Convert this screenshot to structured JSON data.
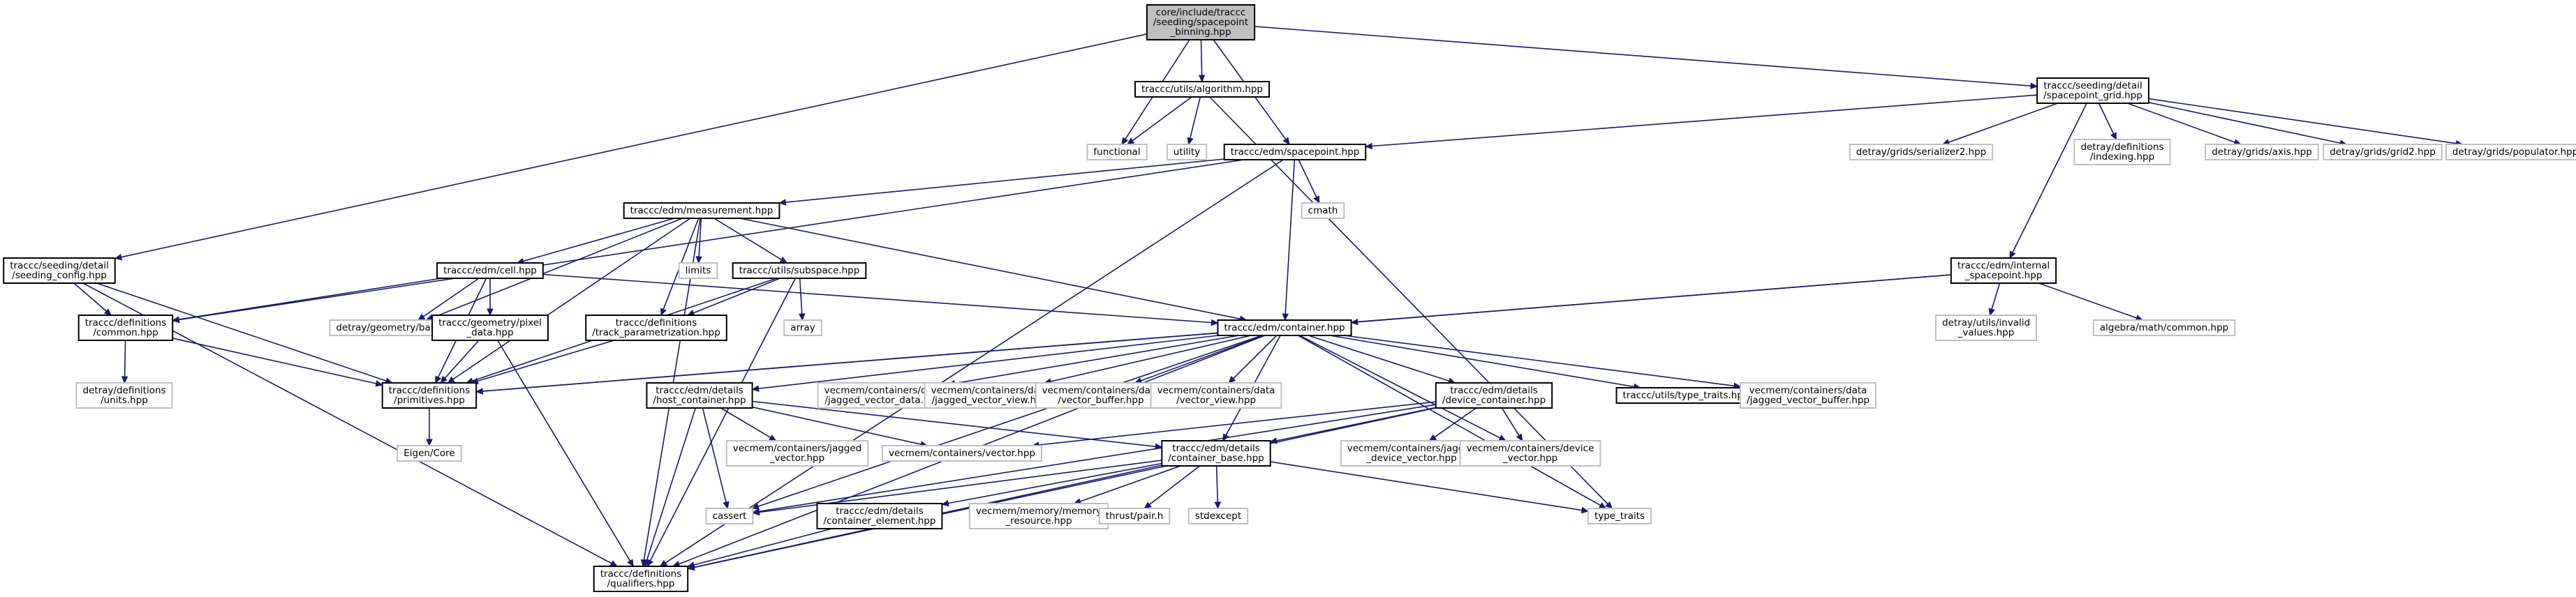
{
  "colors": {
    "edge": "#191970",
    "node_fill": "#ffffff",
    "node_border": "#000000",
    "external_border": "#bfbfbf",
    "root_fill": "#bfbfbf",
    "text": "#000000"
  },
  "nodes": [
    {
      "id": "root",
      "lines": [
        "core/include/traccc",
        "/seeding/spacepoint",
        "_binning.hpp"
      ],
      "kind": "root"
    },
    {
      "id": "algorithm",
      "lines": [
        "traccc/utils/algorithm.hpp"
      ],
      "kind": "header"
    },
    {
      "id": "spgrid",
      "lines": [
        "traccc/seeding/detail",
        "/spacepoint_grid.hpp"
      ],
      "kind": "header"
    },
    {
      "id": "functional",
      "lines": [
        "functional"
      ],
      "kind": "external"
    },
    {
      "id": "utility",
      "lines": [
        "utility"
      ],
      "kind": "external"
    },
    {
      "id": "spacepoint",
      "lines": [
        "traccc/edm/spacepoint.hpp"
      ],
      "kind": "header"
    },
    {
      "id": "serializer2",
      "lines": [
        "detray/grids/serializer2.hpp"
      ],
      "kind": "external"
    },
    {
      "id": "indexing",
      "lines": [
        "detray/definitions",
        "/indexing.hpp"
      ],
      "kind": "external"
    },
    {
      "id": "axis",
      "lines": [
        "detray/grids/axis.hpp"
      ],
      "kind": "external"
    },
    {
      "id": "grid2",
      "lines": [
        "detray/grids/grid2.hpp"
      ],
      "kind": "external"
    },
    {
      "id": "populator",
      "lines": [
        "detray/grids/populator.hpp"
      ],
      "kind": "external"
    },
    {
      "id": "measurement",
      "lines": [
        "traccc/edm/measurement.hpp"
      ],
      "kind": "header"
    },
    {
      "id": "cmath",
      "lines": [
        "cmath"
      ],
      "kind": "external"
    },
    {
      "id": "seedcfg",
      "lines": [
        "traccc/seeding/detail",
        "/seeding_config.hpp"
      ],
      "kind": "header"
    },
    {
      "id": "cell",
      "lines": [
        "traccc/edm/cell.hpp"
      ],
      "kind": "header"
    },
    {
      "id": "limits",
      "lines": [
        "limits"
      ],
      "kind": "external"
    },
    {
      "id": "subspace",
      "lines": [
        "traccc/utils/subspace.hpp"
      ],
      "kind": "header"
    },
    {
      "id": "internalsp",
      "lines": [
        "traccc/edm/internal",
        "_spacepoint.hpp"
      ],
      "kind": "header"
    },
    {
      "id": "common",
      "lines": [
        "traccc/definitions",
        "/common.hpp"
      ],
      "kind": "header"
    },
    {
      "id": "barcode",
      "lines": [
        "detray/geometry/barcode.hpp"
      ],
      "kind": "external"
    },
    {
      "id": "pixeldata",
      "lines": [
        "traccc/geometry/pixel",
        "_data.hpp"
      ],
      "kind": "header"
    },
    {
      "id": "trackparam",
      "lines": [
        "traccc/definitions",
        "/track_parametrization.hpp"
      ],
      "kind": "header"
    },
    {
      "id": "array",
      "lines": [
        "array"
      ],
      "kind": "external"
    },
    {
      "id": "container",
      "lines": [
        "traccc/edm/container.hpp"
      ],
      "kind": "header"
    },
    {
      "id": "invalid",
      "lines": [
        "detray/utils/invalid",
        "_values.hpp"
      ],
      "kind": "external"
    },
    {
      "id": "algcommon",
      "lines": [
        "algebra/math/common.hpp"
      ],
      "kind": "external"
    },
    {
      "id": "units",
      "lines": [
        "detray/definitions",
        "/units.hpp"
      ],
      "kind": "external"
    },
    {
      "id": "primitives",
      "lines": [
        "traccc/definitions",
        "/primitives.hpp"
      ],
      "kind": "header"
    },
    {
      "id": "hostcont",
      "lines": [
        "traccc/edm/details",
        "/host_container.hpp"
      ],
      "kind": "header"
    },
    {
      "id": "jvdata",
      "lines": [
        "vecmem/containers/data",
        "/jagged_vector_data.hpp"
      ],
      "kind": "external"
    },
    {
      "id": "jvview",
      "lines": [
        "vecmem/containers/data",
        "/jagged_vector_view.hpp"
      ],
      "kind": "external"
    },
    {
      "id": "vbuffer",
      "lines": [
        "vecmem/containers/data",
        "/vector_buffer.hpp"
      ],
      "kind": "external"
    },
    {
      "id": "vview",
      "lines": [
        "vecmem/containers/data",
        "/vector_view.hpp"
      ],
      "kind": "external"
    },
    {
      "id": "devcont",
      "lines": [
        "traccc/edm/details",
        "/device_container.hpp"
      ],
      "kind": "header"
    },
    {
      "id": "typetraits_h",
      "lines": [
        "traccc/utils/type_traits.hpp"
      ],
      "kind": "header"
    },
    {
      "id": "jvbuffer",
      "lines": [
        "vecmem/containers/data",
        "/jagged_vector_buffer.hpp"
      ],
      "kind": "external"
    },
    {
      "id": "eigen",
      "lines": [
        "Eigen/Core"
      ],
      "kind": "external"
    },
    {
      "id": "jvector",
      "lines": [
        "vecmem/containers/jagged",
        "_vector.hpp"
      ],
      "kind": "external"
    },
    {
      "id": "vector",
      "lines": [
        "vecmem/containers/vector.hpp"
      ],
      "kind": "external"
    },
    {
      "id": "contbase",
      "lines": [
        "traccc/edm/details",
        "/container_base.hpp"
      ],
      "kind": "header"
    },
    {
      "id": "jdvector",
      "lines": [
        "vecmem/containers/jagged",
        "_device_vector.hpp"
      ],
      "kind": "external"
    },
    {
      "id": "dvector",
      "lines": [
        "vecmem/containers/device",
        "_vector.hpp"
      ],
      "kind": "external"
    },
    {
      "id": "cassert",
      "lines": [
        "cassert"
      ],
      "kind": "external"
    },
    {
      "id": "contelem",
      "lines": [
        "traccc/edm/details",
        "/container_element.hpp"
      ],
      "kind": "header"
    },
    {
      "id": "memres",
      "lines": [
        "vecmem/memory/memory",
        "_resource.hpp"
      ],
      "kind": "external"
    },
    {
      "id": "thrustpair",
      "lines": [
        "thrust/pair.h"
      ],
      "kind": "external"
    },
    {
      "id": "stdexcept",
      "lines": [
        "stdexcept"
      ],
      "kind": "external"
    },
    {
      "id": "typetraits",
      "lines": [
        "type_traits"
      ],
      "kind": "external"
    },
    {
      "id": "qualifiers",
      "lines": [
        "traccc/definitions",
        "/qualifiers.hpp"
      ],
      "kind": "header"
    }
  ],
  "edges": [
    [
      "root",
      "algorithm"
    ],
    [
      "root",
      "spgrid"
    ],
    [
      "root",
      "functional"
    ],
    [
      "root",
      "spacepoint"
    ],
    [
      "root",
      "seedcfg"
    ],
    [
      "algorithm",
      "functional"
    ],
    [
      "algorithm",
      "utility"
    ],
    [
      "algorithm",
      "typetraits"
    ],
    [
      "spgrid",
      "spacepoint"
    ],
    [
      "spgrid",
      "serializer2"
    ],
    [
      "spgrid",
      "indexing"
    ],
    [
      "spgrid",
      "axis"
    ],
    [
      "spgrid",
      "grid2"
    ],
    [
      "spgrid",
      "populator"
    ],
    [
      "spgrid",
      "internalsp"
    ],
    [
      "spacepoint",
      "measurement"
    ],
    [
      "spacepoint",
      "cmath"
    ],
    [
      "spacepoint",
      "container"
    ],
    [
      "spacepoint",
      "common"
    ],
    [
      "spacepoint",
      "qualifiers"
    ],
    [
      "measurement",
      "cell"
    ],
    [
      "measurement",
      "limits"
    ],
    [
      "measurement",
      "subspace"
    ],
    [
      "measurement",
      "trackparam"
    ],
    [
      "measurement",
      "barcode"
    ],
    [
      "measurement",
      "primitives"
    ],
    [
      "measurement",
      "container"
    ],
    [
      "measurement",
      "qualifiers"
    ],
    [
      "seedcfg",
      "common"
    ],
    [
      "seedcfg",
      "primitives"
    ],
    [
      "seedcfg",
      "qualifiers"
    ],
    [
      "cell",
      "common"
    ],
    [
      "cell",
      "barcode"
    ],
    [
      "cell",
      "pixeldata"
    ],
    [
      "cell",
      "primitives"
    ],
    [
      "cell",
      "container"
    ],
    [
      "subspace",
      "array"
    ],
    [
      "subspace",
      "trackparam"
    ],
    [
      "subspace",
      "primitives"
    ],
    [
      "subspace",
      "qualifiers"
    ],
    [
      "internalsp",
      "container"
    ],
    [
      "internalsp",
      "invalid"
    ],
    [
      "internalsp",
      "algcommon"
    ],
    [
      "internalsp",
      "primitives"
    ],
    [
      "common",
      "units"
    ],
    [
      "common",
      "primitives"
    ],
    [
      "pixeldata",
      "primitives"
    ],
    [
      "pixeldata",
      "qualifiers"
    ],
    [
      "trackparam",
      "primitives"
    ],
    [
      "container",
      "hostcont"
    ],
    [
      "container",
      "jvdata"
    ],
    [
      "container",
      "jvview"
    ],
    [
      "container",
      "vbuffer"
    ],
    [
      "container",
      "vview"
    ],
    [
      "container",
      "devcont"
    ],
    [
      "container",
      "typetraits_h"
    ],
    [
      "container",
      "jvbuffer"
    ],
    [
      "container",
      "dvector"
    ],
    [
      "container",
      "typetraits"
    ],
    [
      "container",
      "contbase"
    ],
    [
      "container",
      "cassert"
    ],
    [
      "container",
      "primitives"
    ],
    [
      "container",
      "qualifiers"
    ],
    [
      "primitives",
      "eigen"
    ],
    [
      "hostcont",
      "jvector"
    ],
    [
      "hostcont",
      "vector"
    ],
    [
      "hostcont",
      "contbase"
    ],
    [
      "hostcont",
      "cassert"
    ],
    [
      "hostcont",
      "qualifiers"
    ],
    [
      "devcont",
      "contbase"
    ],
    [
      "devcont",
      "jdvector"
    ],
    [
      "devcont",
      "dvector"
    ],
    [
      "devcont",
      "vector"
    ],
    [
      "devcont",
      "cassert"
    ],
    [
      "devcont",
      "qualifiers"
    ],
    [
      "contbase",
      "contelem"
    ],
    [
      "contbase",
      "memres"
    ],
    [
      "contbase",
      "thrustpair"
    ],
    [
      "contbase",
      "stdexcept"
    ],
    [
      "contbase",
      "typetraits"
    ],
    [
      "contbase",
      "cassert"
    ],
    [
      "contbase",
      "qualifiers"
    ],
    [
      "contelem",
      "qualifiers"
    ]
  ]
}
